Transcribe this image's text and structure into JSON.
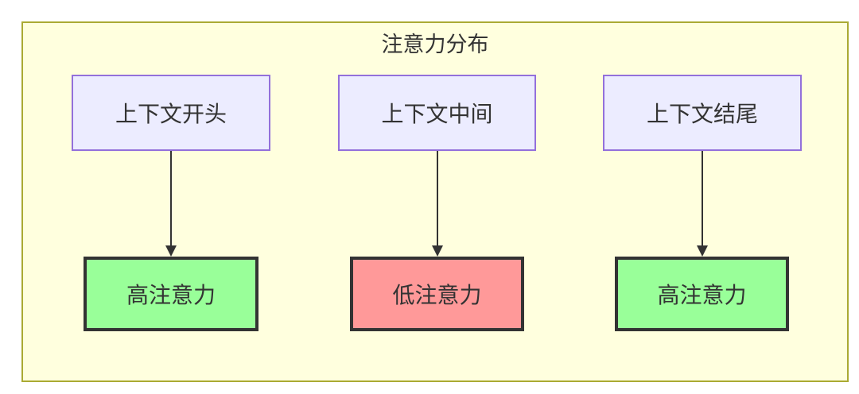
{
  "diagram": {
    "title": "注意力分布",
    "top_nodes": [
      {
        "id": "A",
        "label": "上下文开头"
      },
      {
        "id": "B",
        "label": "上下文中间"
      },
      {
        "id": "C",
        "label": "上下文结尾"
      }
    ],
    "bottom_nodes": [
      {
        "id": "D",
        "label": "高注意力",
        "status": "high"
      },
      {
        "id": "E",
        "label": "低注意力",
        "status": "low"
      },
      {
        "id": "F",
        "label": "高注意力",
        "status": "high"
      }
    ],
    "edges": [
      {
        "from": "上下文开头",
        "to": "高注意力"
      },
      {
        "from": "上下文中间",
        "to": "低注意力"
      },
      {
        "from": "上下文结尾",
        "to": "高注意力"
      }
    ],
    "colors": {
      "container_fill": "#ffffde",
      "container_border": "#aaaa33",
      "top_node_fill": "#ececff",
      "top_node_border": "#9370db",
      "high_attention_fill": "#99ff99",
      "low_attention_fill": "#ff9999",
      "bottom_node_border": "#333333",
      "edge_color": "#333333",
      "text_color": "#333333",
      "page_background": "#ffffff"
    }
  }
}
